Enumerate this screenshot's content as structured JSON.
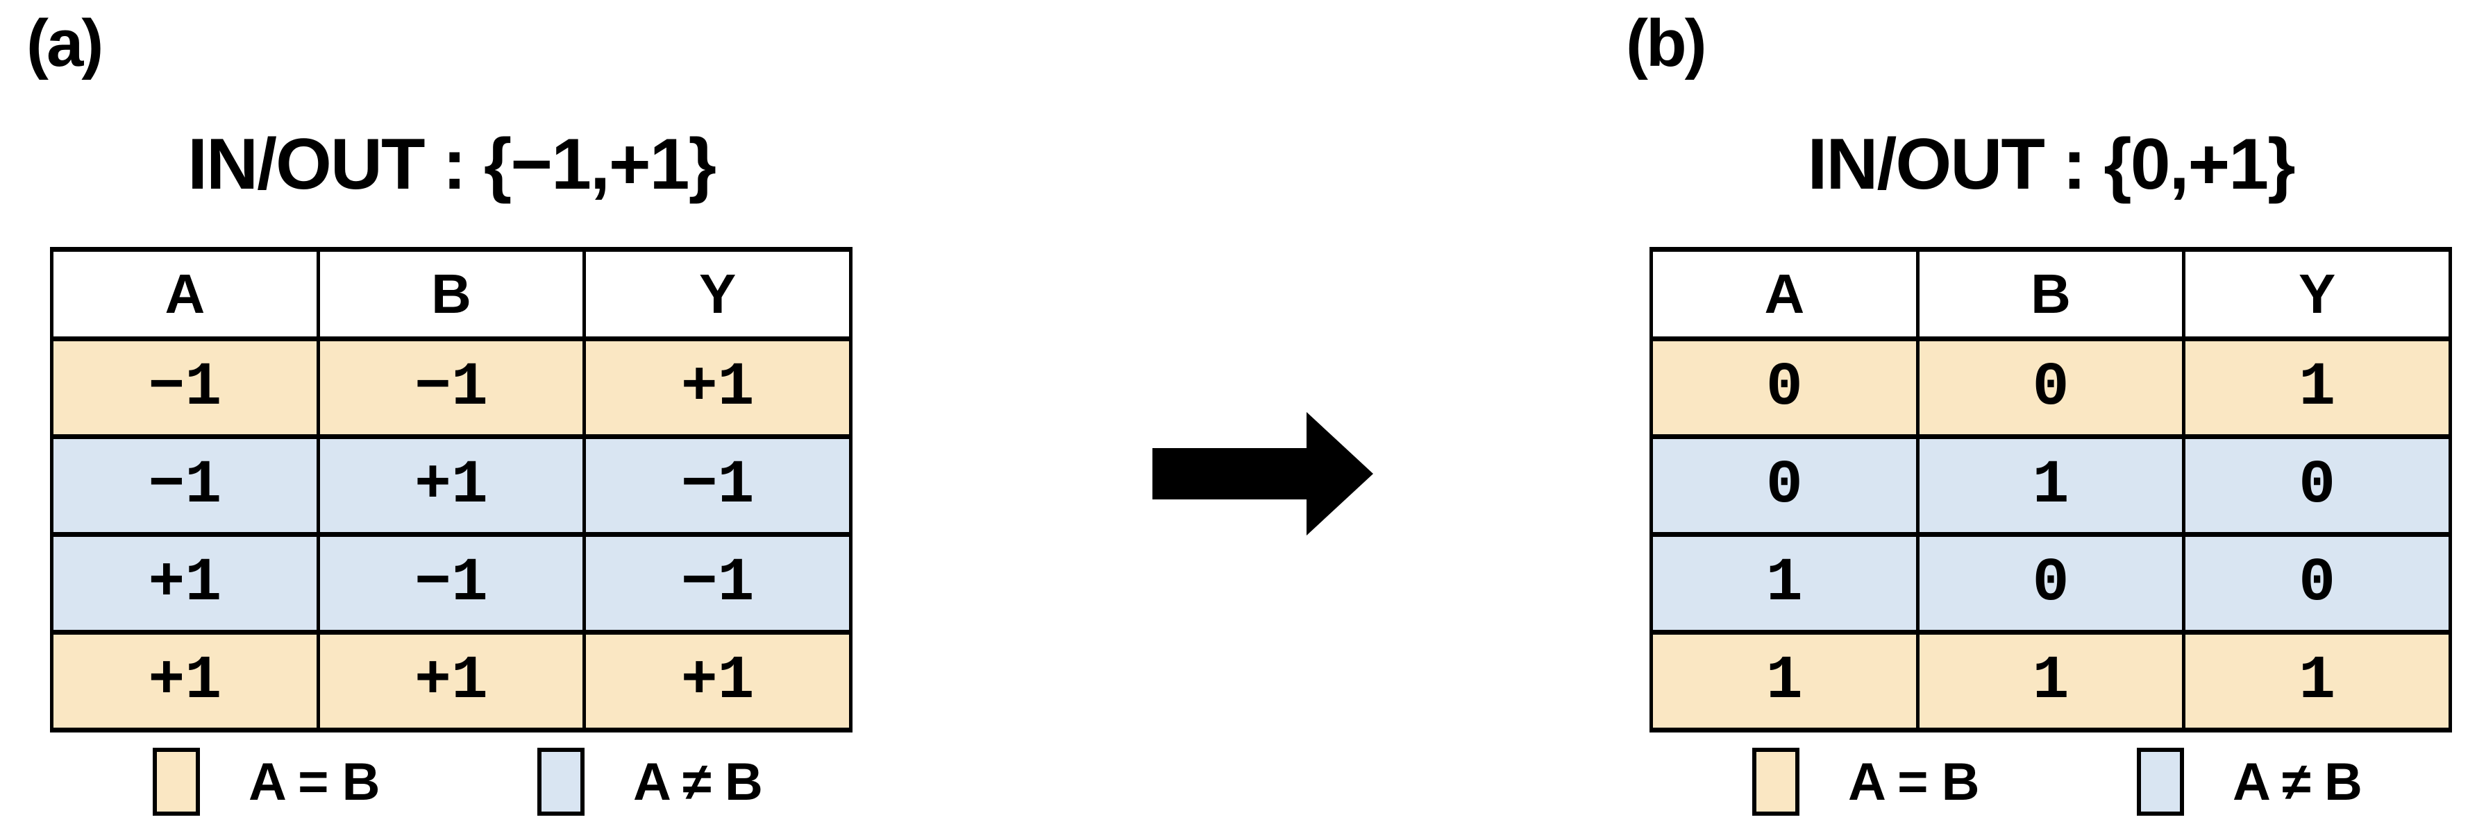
{
  "figure": {
    "description": "Two XNOR truth tables, (a) bipolar encoding mapped to (b) binary encoding"
  },
  "colors": {
    "equal_fill": "#FAE7C3",
    "not_equal_fill": "#D9E5F2",
    "border": "#000000",
    "arrow": "#000000",
    "background": "#FFFFFF",
    "text": "#000000"
  },
  "arrow": {
    "icon": "right-arrow-icon"
  },
  "panels": [
    {
      "label": "(a)",
      "title": "IN/OUT : {−1,+1}",
      "table": {
        "headers": [
          "A",
          "B",
          "Y"
        ],
        "rows": [
          {
            "cells": [
              "−1",
              "−1",
              "+1"
            ],
            "relation": "A = B"
          },
          {
            "cells": [
              "−1",
              "+1",
              "−1"
            ],
            "relation": "A ≠ B"
          },
          {
            "cells": [
              "+1",
              "−1",
              "−1"
            ],
            "relation": "A ≠ B"
          },
          {
            "cells": [
              "+1",
              "+1",
              "+1"
            ],
            "relation": "A = B"
          }
        ]
      },
      "legend": [
        {
          "label": "A = B",
          "swatch": "equal"
        },
        {
          "label": "A ≠ B",
          "swatch": "not_equal"
        }
      ]
    },
    {
      "label": "(b)",
      "title": "IN/OUT : {0,+1}",
      "table": {
        "headers": [
          "A",
          "B",
          "Y"
        ],
        "rows": [
          {
            "cells": [
              "0",
              "0",
              "1"
            ],
            "relation": "A = B"
          },
          {
            "cells": [
              "0",
              "1",
              "0"
            ],
            "relation": "A ≠ B"
          },
          {
            "cells": [
              "1",
              "0",
              "0"
            ],
            "relation": "A ≠ B"
          },
          {
            "cells": [
              "1",
              "1",
              "1"
            ],
            "relation": "A = B"
          }
        ]
      },
      "legend": [
        {
          "label": "A = B",
          "swatch": "equal"
        },
        {
          "label": "A ≠ B",
          "swatch": "not_equal"
        }
      ]
    }
  ]
}
